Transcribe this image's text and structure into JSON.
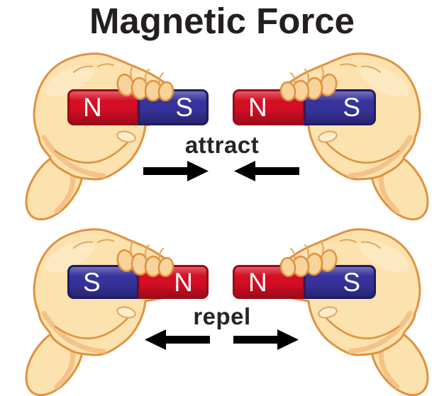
{
  "title": "Magnetic Force",
  "sections": [
    {
      "label": "attract",
      "arrows": [
        "right",
        "left"
      ],
      "magnets": [
        {
          "left": {
            "pole": "N",
            "style_class": "pole red"
          },
          "right": {
            "pole": "S",
            "style_class": "pole blue"
          }
        },
        {
          "left": {
            "pole": "N",
            "style_class": "pole red"
          },
          "right": {
            "pole": "S",
            "style_class": "pole blue"
          }
        }
      ]
    },
    {
      "label": "repel",
      "arrows": [
        "left",
        "right"
      ],
      "magnets": [
        {
          "left": {
            "pole": "S",
            "style_class": "pole blue"
          },
          "right": {
            "pole": "N",
            "style_class": "pole red"
          }
        },
        {
          "left": {
            "pole": "N",
            "style_class": "pole red"
          },
          "right": {
            "pole": "S",
            "style_class": "pole blue"
          }
        }
      ]
    }
  ],
  "colors": {
    "title_text": "#231f20",
    "magnet_red": "#d40e24",
    "magnet_blue": "#37339c",
    "arrow": "#4a4145",
    "skin": "#fbe2ae",
    "skin_outline": "#e0913f"
  }
}
